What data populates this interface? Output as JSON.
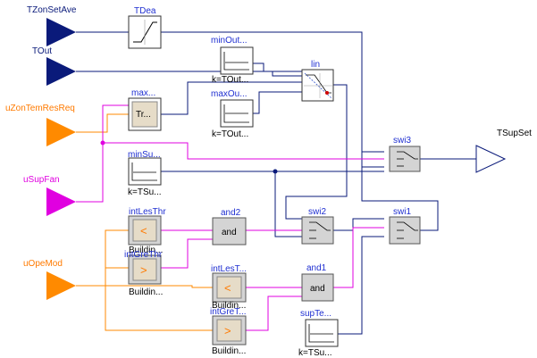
{
  "inputs": {
    "tzonsetave": "TZonSetAve",
    "tout": "TOut",
    "uzontemresreq": "uZonTemResReq",
    "usupfan": "uSupFan",
    "uopemod": "uOpeMod"
  },
  "output": {
    "tsupset": "TSupSet"
  },
  "blocks": {
    "tdea": {
      "name": "TDea"
    },
    "minout": {
      "name": "minOut...",
      "param": "k=TOut..."
    },
    "maxou": {
      "name": "maxOu...",
      "param": "k=TOut..."
    },
    "lin": {
      "name": "lin"
    },
    "max": {
      "name": "max...",
      "inner": "Tr..."
    },
    "minsu": {
      "name": "minSu...",
      "param": "k=TSu..."
    },
    "swi3": {
      "name": "swi3"
    },
    "swi2": {
      "name": "swi2"
    },
    "swi1": {
      "name": "swi1"
    },
    "intlesthr": {
      "name": "intLesThr",
      "sub": "Buildin...",
      "symbol": "<"
    },
    "intgrethr": {
      "name": "intGreThr",
      "sub": "Buildin...",
      "symbol": ">"
    },
    "and2": {
      "name": "and2",
      "inner": "and"
    },
    "intlest": {
      "name": "intLesT...",
      "sub": "Buildin...",
      "symbol": "<"
    },
    "intgret": {
      "name": "intGreT...",
      "sub": "Buildin...",
      "symbol": ">"
    },
    "and1": {
      "name": "and1",
      "inner": "and"
    },
    "supte": {
      "name": "supTe...",
      "param": "k=TSu..."
    }
  },
  "colors": {
    "real_signal": "#0a1a7a",
    "integer_signal": "#ff8a00",
    "boolean_signal": "#e000e0",
    "label_blue": "#1f2fd1"
  }
}
